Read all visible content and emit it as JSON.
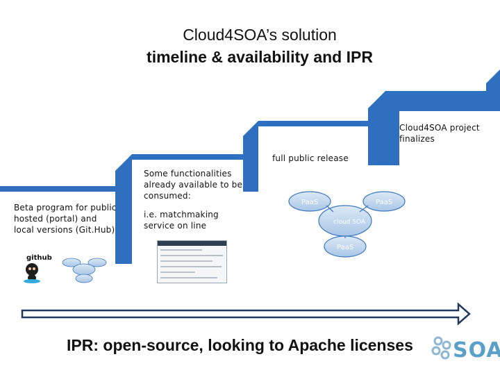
{
  "title": {
    "line1": "Cloud4SOA’s solution",
    "line2": "timeline & availability and IPR"
  },
  "steps": [
    {
      "text": "Beta program for public hosted (portal) and local versions (Git.Hub)"
    },
    {
      "text": "Some functionalities already available to be consumed:"
    },
    {
      "text": "i.e. matchmaking service on line"
    },
    {
      "text": "full public release"
    },
    {
      "text": "Cloud4SOA project finalizes"
    }
  ],
  "clouds": {
    "paas": "PaaS",
    "center": "cloud SOA"
  },
  "github_label": "github",
  "ipr_text": "IPR: open-source, looking to Apache licenses",
  "logo_text": "SOA",
  "colors": {
    "step_blue": "#2e6fbf",
    "arrow_fill": "#ffffff",
    "arrow_stroke": "#20385e",
    "cloud_blue": "#3b78c0",
    "logo_blue": "#5aa0c8"
  }
}
